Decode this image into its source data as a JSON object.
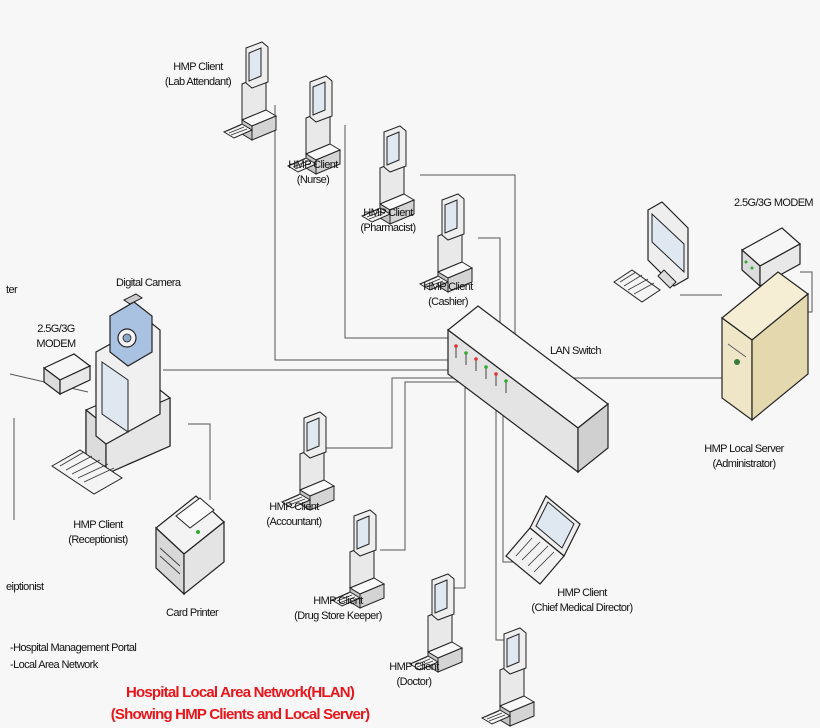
{
  "labels": {
    "lab_attendant": [
      "HMP Client",
      "(Lab Attendant)"
    ],
    "nurse": [
      "HMP Client",
      "(Nurse)"
    ],
    "pharmacist": [
      "HMP Client",
      "(Pharmacist)"
    ],
    "cashier": [
      "HMP Client",
      "(Cashier)"
    ],
    "modem_right": "2.5G/3G MODEM",
    "lan_switch": "LAN Switch",
    "local_server": [
      "HMP Local Server",
      "(Administrator)"
    ],
    "digital_camera": "Digital Camera",
    "modem_left": [
      "2.5G/3G",
      "MODEM"
    ],
    "receptionist": [
      "HMP Client",
      "(Receptionist)"
    ],
    "accountant": [
      "HMP Client",
      "(Accountant)"
    ],
    "drug_store_keeper": [
      "HMP Client",
      "(Drug Store Keeper)"
    ],
    "chief_medical_director": [
      "HMP Client",
      "(Chief Medical Director)"
    ],
    "doctor": [
      "HMP Client",
      "(Doctor)"
    ],
    "card_printer": "Card Printer",
    "edge_left_top": "ter",
    "edge_left_mid": "eiptionist"
  },
  "legend": {
    "hmp": "-Hospital Management Portal",
    "lan": "-Local Area Network"
  },
  "title": {
    "line1": "Hospital Local Area Network(HLAN)",
    "line2": "(Showing HMP Clients and Local Server)"
  },
  "colors": {
    "title": "#e8151b",
    "line": "#555555",
    "device_fill": "#f2f2f2",
    "device_stroke": "#222222",
    "screen": "#dfe7f1",
    "camera": "#a9c2e2",
    "server": "#efe6c7"
  }
}
